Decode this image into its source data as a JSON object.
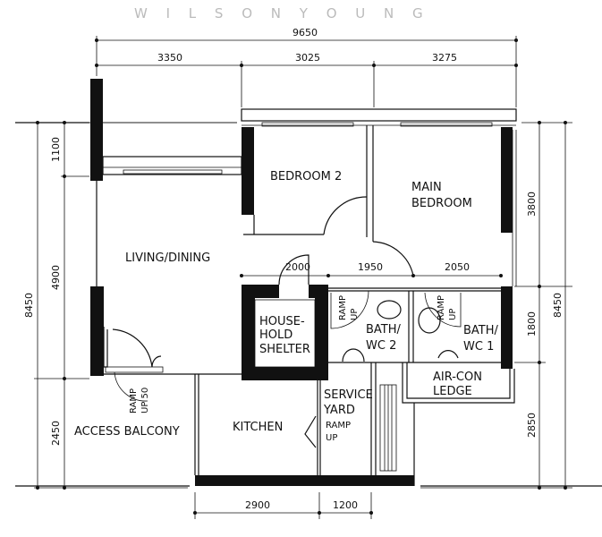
{
  "watermark": "W I L S O N   Y O U N G",
  "rooms": {
    "bedroom2": "BEDROOM 2",
    "main_bedroom_1": "MAIN",
    "main_bedroom_2": "BEDROOM",
    "living_dining": "LIVING/DINING",
    "shelter_1": "HOUSE-",
    "shelter_2": "HOLD",
    "shelter_3": "SHELTER",
    "bath2_1": "BATH/",
    "bath2_2": "WC 2",
    "bath1_1": "BATH/",
    "bath1_2": "WC 1",
    "aircon_1": "AIR-CON",
    "aircon_2": "LEDGE",
    "service_1": "SERVICE",
    "service_2": "YARD",
    "kitchen": "KITCHEN",
    "access_balcony": "ACCESS BALCONY"
  },
  "ramps": {
    "ramp": "RAMP",
    "up": "UP",
    "up50": "UP 50"
  },
  "dimensions": {
    "top_total": "9650",
    "top_1": "3350",
    "top_2": "3025",
    "top_3": "3275",
    "mid_1": "2000",
    "mid_2": "1950",
    "mid_3": "2050",
    "left_1": "1100",
    "left_2": "4900",
    "left_3": "2450",
    "left_total": "8450",
    "right_1": "3800",
    "right_2": "1800",
    "right_3": "2850",
    "right_total": "8450",
    "bottom_1": "2900",
    "bottom_2": "1200"
  }
}
